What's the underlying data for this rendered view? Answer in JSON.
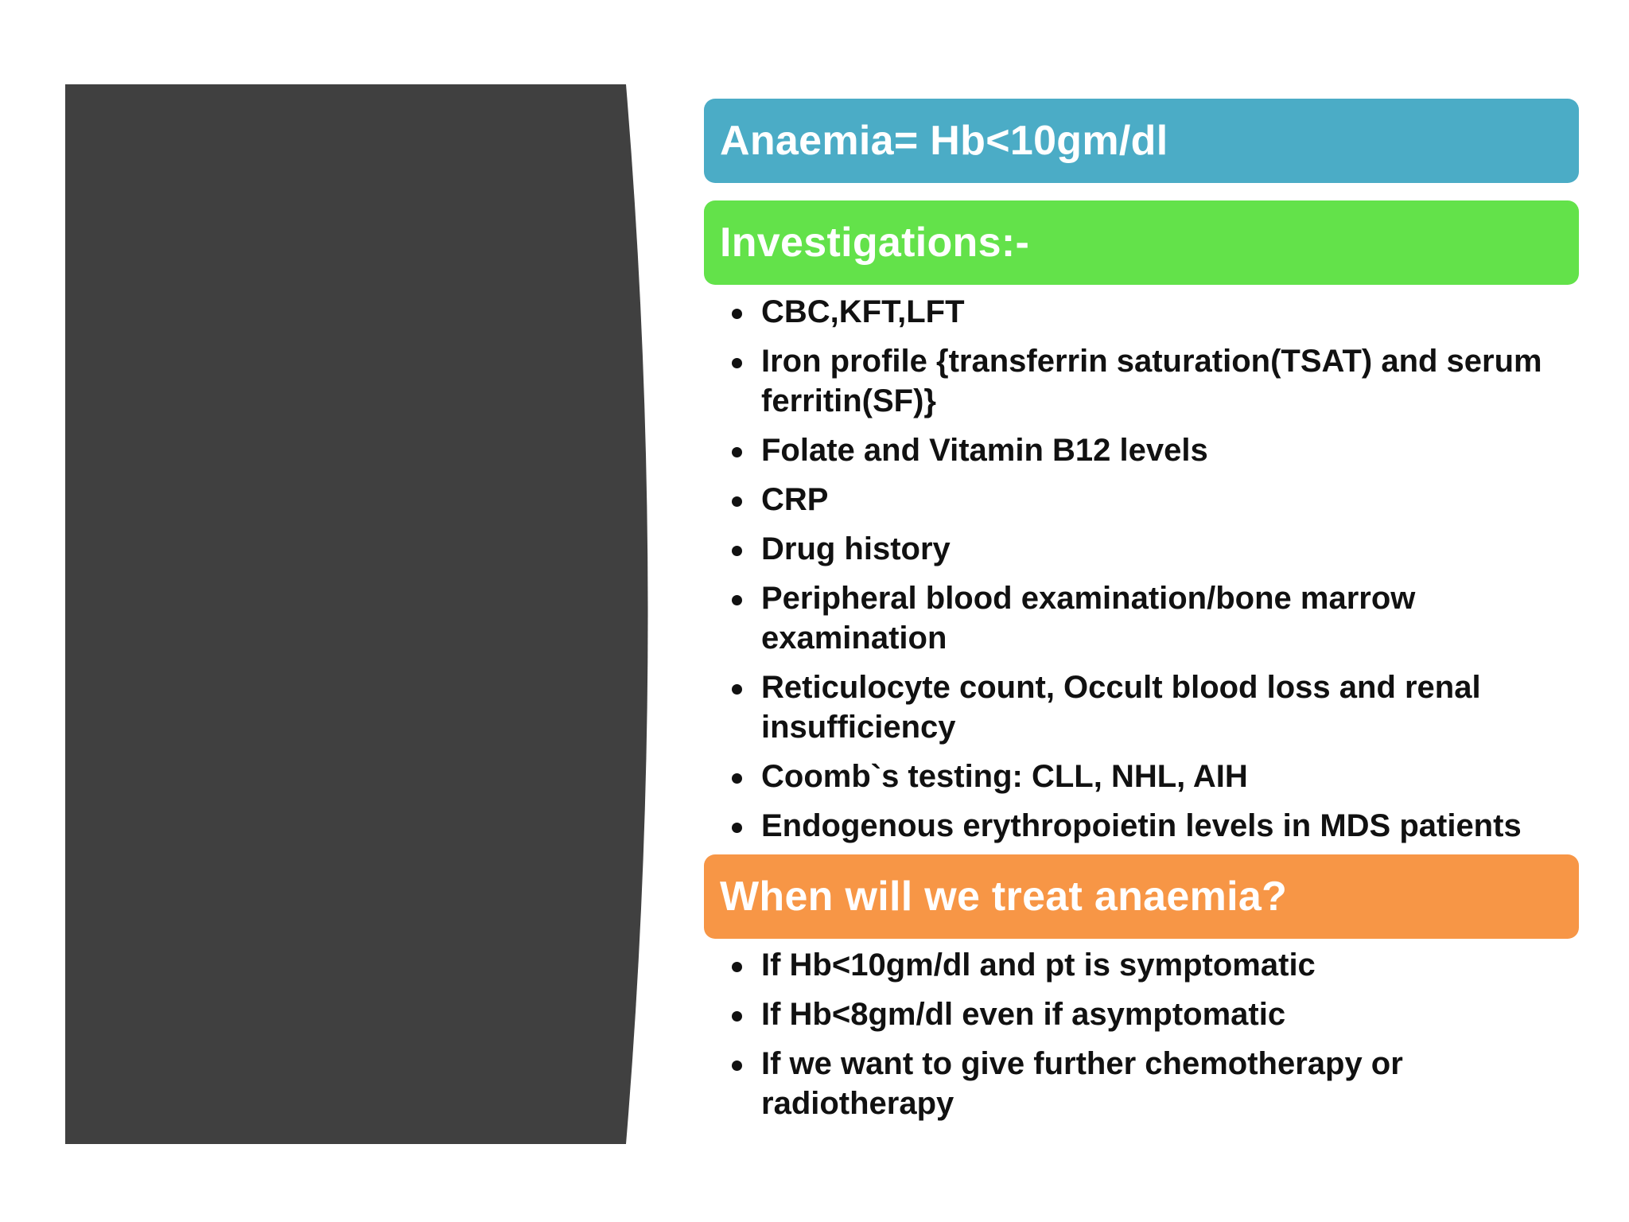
{
  "theme": {
    "panel_color": "#404040",
    "anaemia_box_color": "#4BACC6",
    "investigations_box_color": "#63E24A",
    "treat_box_color": "#F79646",
    "header_text_color": "#FFFFFF",
    "body_text_color": "#111111"
  },
  "headers": {
    "anaemia": "Anaemia= Hb<10gm/dl",
    "investigations": "Investigations:-",
    "treat": "When will we treat anaemia?"
  },
  "investigations": [
    "CBC,KFT,LFT",
    "Iron profile {transferrin saturation(TSAT) and serum ferritin(SF)}",
    "Folate and Vitamin B12 levels",
    "CRP",
    "Drug history",
    "Peripheral blood examination/bone marrow examination",
    "Reticulocyte count, Occult blood loss and renal insufficiency",
    "Coomb`s testing: CLL, NHL, AIH",
    "Endogenous erythropoietin levels in MDS patients"
  ],
  "treat_criteria": [
    "If Hb<10gm/dl and pt is symptomatic",
    "If Hb<8gm/dl even if asymptomatic",
    "If we want to give further chemotherapy or radiotherapy"
  ]
}
